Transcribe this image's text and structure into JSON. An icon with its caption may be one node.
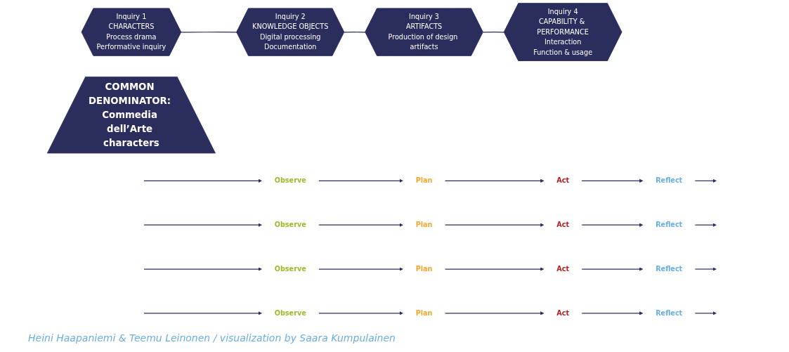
{
  "diagram": {
    "caption": "Heini Haapaniemi & Teemu Leinonen / visualization by Saara Kumpulainen",
    "nodes": [
      {
        "text": [
          "Inquiry 1",
          "CHARACTERS",
          "Process drama",
          "Performative inquiry"
        ]
      },
      {
        "text": [
          "Inquiry 2",
          "KNOWLEDGE OBJECTS",
          "Digital processing",
          "Documentation"
        ]
      },
      {
        "text": [
          "Inquiry 3",
          "ARTIFACTS",
          "Production of design artifacts"
        ]
      },
      {
        "text": [
          "Inquiry 4",
          "CAPABILITY & PERFORMANCE",
          "Interaction",
          "Function & usage"
        ]
      },
      {
        "text": [
          "Plan"
        ]
      },
      {
        "text": [
          "Act"
        ]
      },
      {
        "text": [
          "Reflect"
        ]
      },
      {
        "text": [
          "Observe"
        ]
      },
      {
        "text": [
          "Plan"
        ]
      },
      {
        "text": [
          "Act"
        ]
      },
      {
        "text": [
          "Reflect"
        ]
      },
      {
        "text": [
          "Observe"
        ]
      },
      {
        "text": [
          "Plan"
        ]
      },
      {
        "text": [
          "Act"
        ]
      },
      {
        "text": [
          "Reflect"
        ]
      },
      {
        "text": [
          "Observe"
        ]
      },
      {
        "text": [
          "Plan"
        ]
      },
      {
        "text": [
          "Act"
        ]
      },
      {
        "text": [
          "Reflect"
        ]
      },
      {
        "text": [
          "Observe"
        ]
      },
      {
        "text": [
          "COMMON DENOMINATOR: Commedia dell’Arte characters"
        ]
      }
    ],
    "edges": [
      {
        "from": 0,
        "to": 1,
        "arrow": "none"
      },
      {
        "from": 1,
        "to": 2,
        "arrow": "none"
      },
      {
        "from": 2,
        "to": 3,
        "arrow": "none"
      },
      {
        "from": null,
        "to": 7,
        "arrow": "to"
      },
      {
        "from": 7,
        "to": 4,
        "arrow": "to"
      },
      {
        "from": 4,
        "to": 5,
        "arrow": "to"
      },
      {
        "from": 5,
        "to": 6,
        "arrow": "to"
      },
      {
        "from": 6,
        "to": null,
        "arrow": "to"
      },
      {
        "from": null,
        "to": 11,
        "arrow": "to"
      },
      {
        "from": 11,
        "to": 8,
        "arrow": "to"
      },
      {
        "from": 8,
        "to": 9,
        "arrow": "to"
      },
      {
        "from": 9,
        "to": 10,
        "arrow": "to"
      },
      {
        "from": 10,
        "to": null,
        "arrow": "to"
      },
      {
        "from": null,
        "to": 15,
        "arrow": "to"
      },
      {
        "from": 15,
        "to": 12,
        "arrow": "to"
      },
      {
        "from": 12,
        "to": 13,
        "arrow": "to"
      },
      {
        "from": 13,
        "to": 14,
        "arrow": "to"
      },
      {
        "from": 14,
        "to": null,
        "arrow": "to"
      },
      {
        "from": null,
        "to": 19,
        "arrow": "to"
      },
      {
        "from": 19,
        "to": 16,
        "arrow": "to"
      },
      {
        "from": 16,
        "to": 17,
        "arrow": "to"
      },
      {
        "from": 17,
        "to": 18,
        "arrow": "to"
      },
      {
        "from": 18,
        "to": null,
        "arrow": "to"
      }
    ]
  }
}
